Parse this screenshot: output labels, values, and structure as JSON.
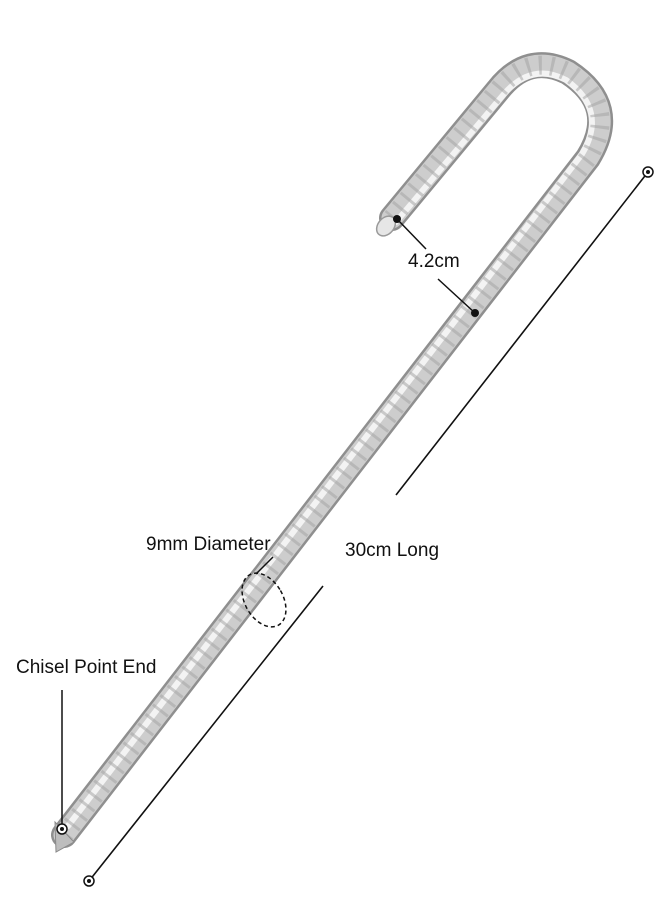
{
  "labels": {
    "hook_width": "4.2cm",
    "diameter": "9mm Diameter",
    "length": "30cm Long",
    "point": "Chisel Point End"
  },
  "colors": {
    "background": "#ffffff",
    "metal_light": "#f4f4f4",
    "metal_mid": "#c9c9c9",
    "metal_dark": "#8e8e8e",
    "annotation_line": "#111111"
  },
  "icons": [
    "dimension-endpoint-dot-icon",
    "diameter-dashed-ellipse-icon"
  ]
}
